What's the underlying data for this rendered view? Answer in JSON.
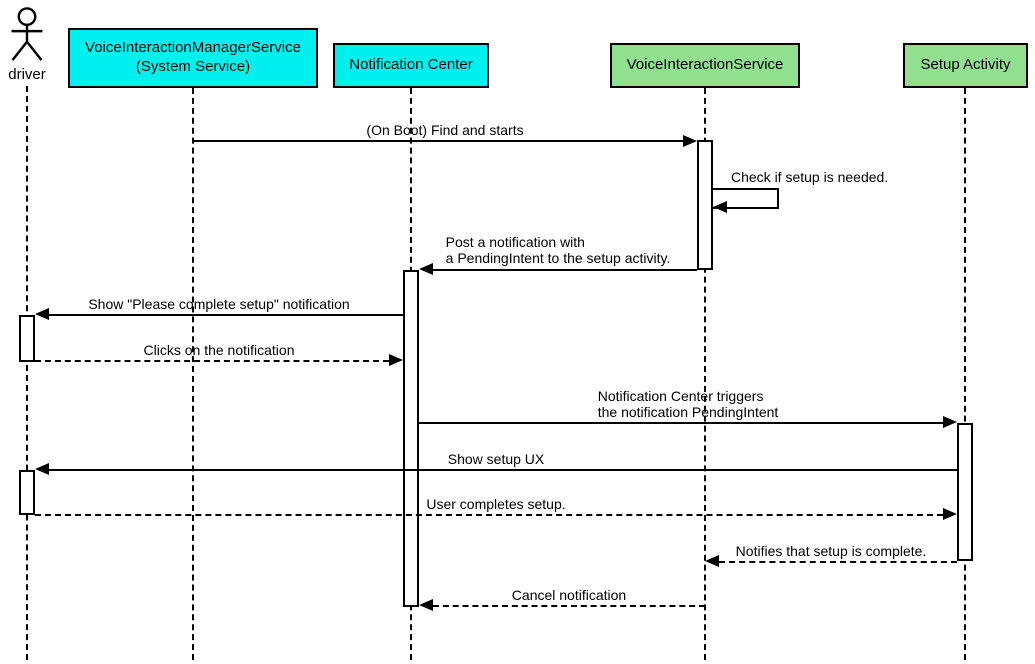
{
  "diagram": {
    "type": "sequence-diagram",
    "colors": {
      "background": "#ffffff",
      "system_box_fill": "#00efef",
      "app_box_fill": "#90e090",
      "box_border": "#000000",
      "line": "#000000",
      "text": "#000000"
    },
    "participants": [
      {
        "id": "driver",
        "kind": "actor",
        "label": "driver"
      },
      {
        "id": "vims",
        "kind": "system",
        "label": "VoiceInteractionManagerService",
        "sublabel": "(System Service)"
      },
      {
        "id": "notification-center",
        "kind": "system",
        "label": "Notification Center"
      },
      {
        "id": "voice-interaction-service",
        "kind": "app",
        "label": "VoiceInteractionService"
      },
      {
        "id": "setup-activity",
        "kind": "app",
        "label": "Setup Activity"
      }
    ],
    "messages": [
      {
        "from": "vims",
        "to": "voice-interaction-service",
        "style": "solid",
        "label": "(On Boot) Find and starts"
      },
      {
        "from": "voice-interaction-service",
        "to": "voice-interaction-service",
        "style": "solid",
        "label": "Check if setup is needed."
      },
      {
        "from": "voice-interaction-service",
        "to": "notification-center",
        "style": "solid",
        "label": "Post a notification with",
        "label2": "a PendingIntent to the setup activity."
      },
      {
        "from": "notification-center",
        "to": "driver",
        "style": "solid",
        "label": "Show \"Please complete setup\" notification"
      },
      {
        "from": "driver",
        "to": "notification-center",
        "style": "dashed",
        "label": "Clicks on the notification"
      },
      {
        "from": "notification-center",
        "to": "setup-activity",
        "style": "solid",
        "label": "Notification Center triggers",
        "label2": "the notification PendingIntent"
      },
      {
        "from": "setup-activity",
        "to": "driver",
        "style": "solid",
        "label": "Show setup UX"
      },
      {
        "from": "driver",
        "to": "setup-activity",
        "style": "dashed",
        "label": "User completes setup."
      },
      {
        "from": "setup-activity",
        "to": "voice-interaction-service",
        "style": "dashed",
        "label": "Notifies that setup is complete."
      },
      {
        "from": "voice-interaction-service",
        "to": "notification-center",
        "style": "dashed",
        "label": "Cancel notification"
      }
    ]
  }
}
